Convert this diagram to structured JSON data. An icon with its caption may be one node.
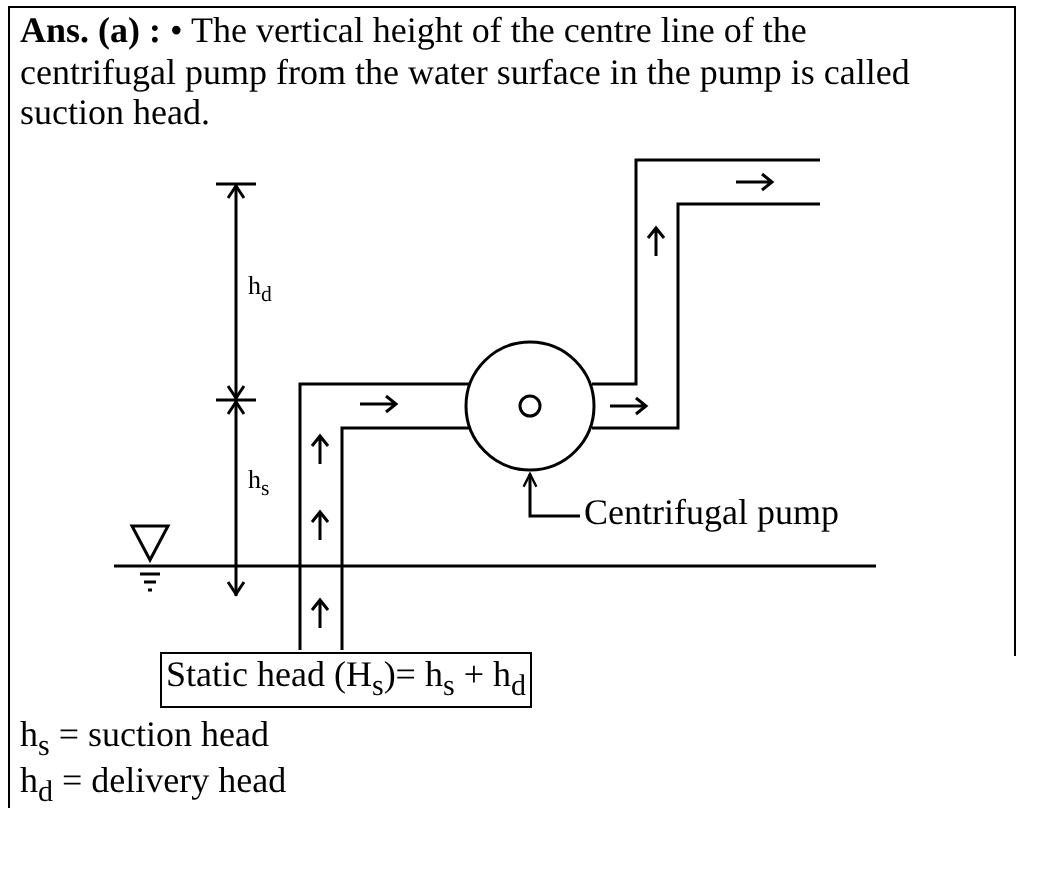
{
  "diagram": {
    "nodes": [
      {
        "text": [
          "Centrifugal pump"
        ]
      },
      {
        "text": [],
        "shape": "circle"
      },
      {
        "text": [
          "Static head (H$_{s}$)= h$_{s}$ + h$_{d}$"
        ]
      }
    ],
    "edges": [
      {
        "from": 0,
        "to": 1,
        "arrow": "to"
      }
    ],
    "labels": [
      "**Ans. (a) :** • The vertical height of the centre line of the centrifugal pump from the water surface in the pump is called suction head.",
      "h$_{d}$",
      "h$_{s}$",
      "h$_{s}$ = suction head",
      "h$_{d}$ = delivery head"
    ]
  }
}
